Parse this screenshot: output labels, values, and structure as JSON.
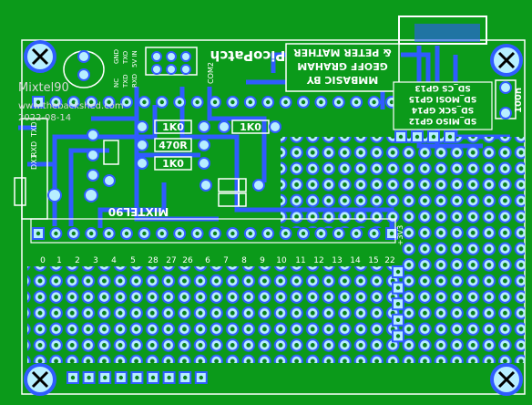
{
  "overlay": {
    "name": "Mixtel90",
    "site": "www.thebackshed.com",
    "date": "2022-08-14"
  },
  "board": {
    "title": "PicoPatch",
    "credit_lines": [
      "MMBASIC BY",
      "GEOFF GRAHAM",
      "& PETER MATHER"
    ],
    "label_mixtel": "MIXTEL90",
    "header_labels": [
      "GND",
      "TXO",
      "5V IN",
      "NC",
      "TXD",
      "RXD"
    ],
    "com_label": "COM2",
    "resistors": [
      "1K0",
      "470R",
      "1K0",
      "1K0"
    ],
    "cap_label": "100n",
    "rail_label": "+3V3",
    "sd_labels": [
      "SD_CS GP13",
      "SD_MOSI GP15",
      "SD_SCK GP14",
      "SD_MISO GP12"
    ],
    "pin_numbers": [
      "0",
      "1",
      "2",
      "3",
      "4",
      "5",
      "28",
      "27",
      "26",
      "6",
      "7",
      "8",
      "9",
      "10",
      "11",
      "12",
      "13",
      "14",
      "15",
      "22"
    ],
    "side_labels": [
      "TXD",
      "RXD",
      "DX1"
    ],
    "colors": {
      "pcb": "#0b9a1a",
      "copper": "#2f5cff",
      "pad": "#b7eeff",
      "silk": "#ffffff"
    }
  }
}
